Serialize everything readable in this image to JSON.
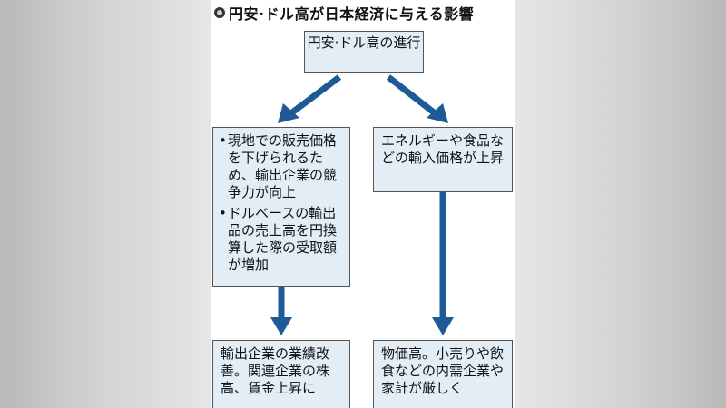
{
  "title": "円安·ドル高が日本経済に与える影響",
  "top_box": "円安·ドル高の進行",
  "left_box": {
    "bullets": [
      "現地での販売価格を下げられるため、輸出企業の競争力が向上",
      "ドルベースの輸出品の売上高を円換算した際の受取額が増加"
    ]
  },
  "right_box": "エネルギーや食品などの輸入価格が上昇",
  "bottom_left_box": "輸出企業の業績改善。関連企業の株高、賃金上昇に",
  "bottom_right_box": "物価高。小売りや飲食などの内需企業や家計が厳しく",
  "colors": {
    "arrow": "#1d5a96",
    "box_fill": "#e3edf5",
    "box_border": "#555555"
  }
}
